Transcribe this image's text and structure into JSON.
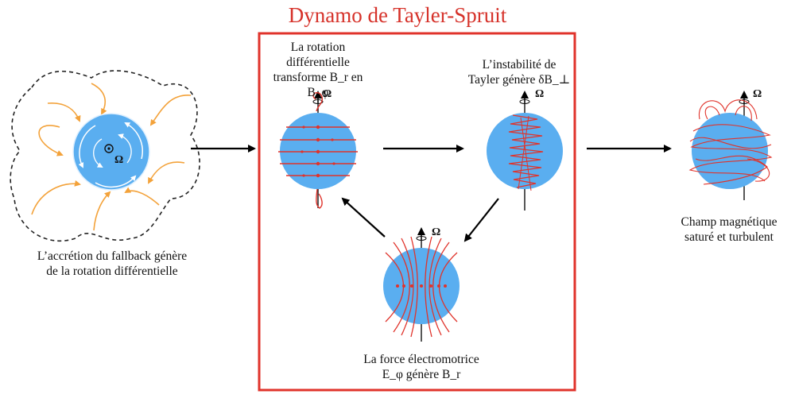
{
  "title": "Dynamo de Tayler-Spruit",
  "labels": {
    "accretion_line1": "L’accrétion du fallback génère",
    "accretion_line2": "de la rotation différentielle",
    "rotation_line1": "La rotation",
    "rotation_line2": "différentielle",
    "rotation_line3": "transforme B_r en B_φ",
    "instability_line1": "L’instabilité de",
    "instability_line2": "Tayler génère δB_⊥",
    "emf_line1": "La force électromotrice",
    "emf_line2": "E_φ génère B_r",
    "saturated_line1": "Champ magnétique",
    "saturated_line2": "saturé et turbulent",
    "omega": "Ω"
  },
  "colors": {
    "sphere": "#5aaef0",
    "field_line": "#e0332b",
    "frame": "#e0332b",
    "title": "#d6322a",
    "accretion_arrow": "#f3a23a",
    "arrow": "#000000"
  }
}
